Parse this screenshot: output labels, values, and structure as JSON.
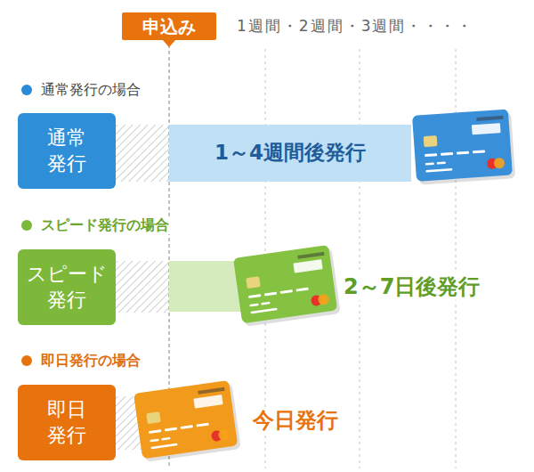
{
  "diagram": {
    "nodes": [
      {
        "text": [
          "申込み"
        ]
      },
      {
        "text": [
          "通常 発行"
        ]
      },
      {
        "text": [
          "1～4週間後発行"
        ]
      },
      {
        "text": [
          "スピード 発行"
        ]
      },
      {
        "text": [
          "即日 発行"
        ]
      }
    ],
    "labels": [
      "1週間・2週間・3週間・・・・",
      "通常発行の場合",
      "スピード発行の場合",
      "2～7日後発行",
      "即日発行の場合",
      "今日発行"
    ]
  }
}
